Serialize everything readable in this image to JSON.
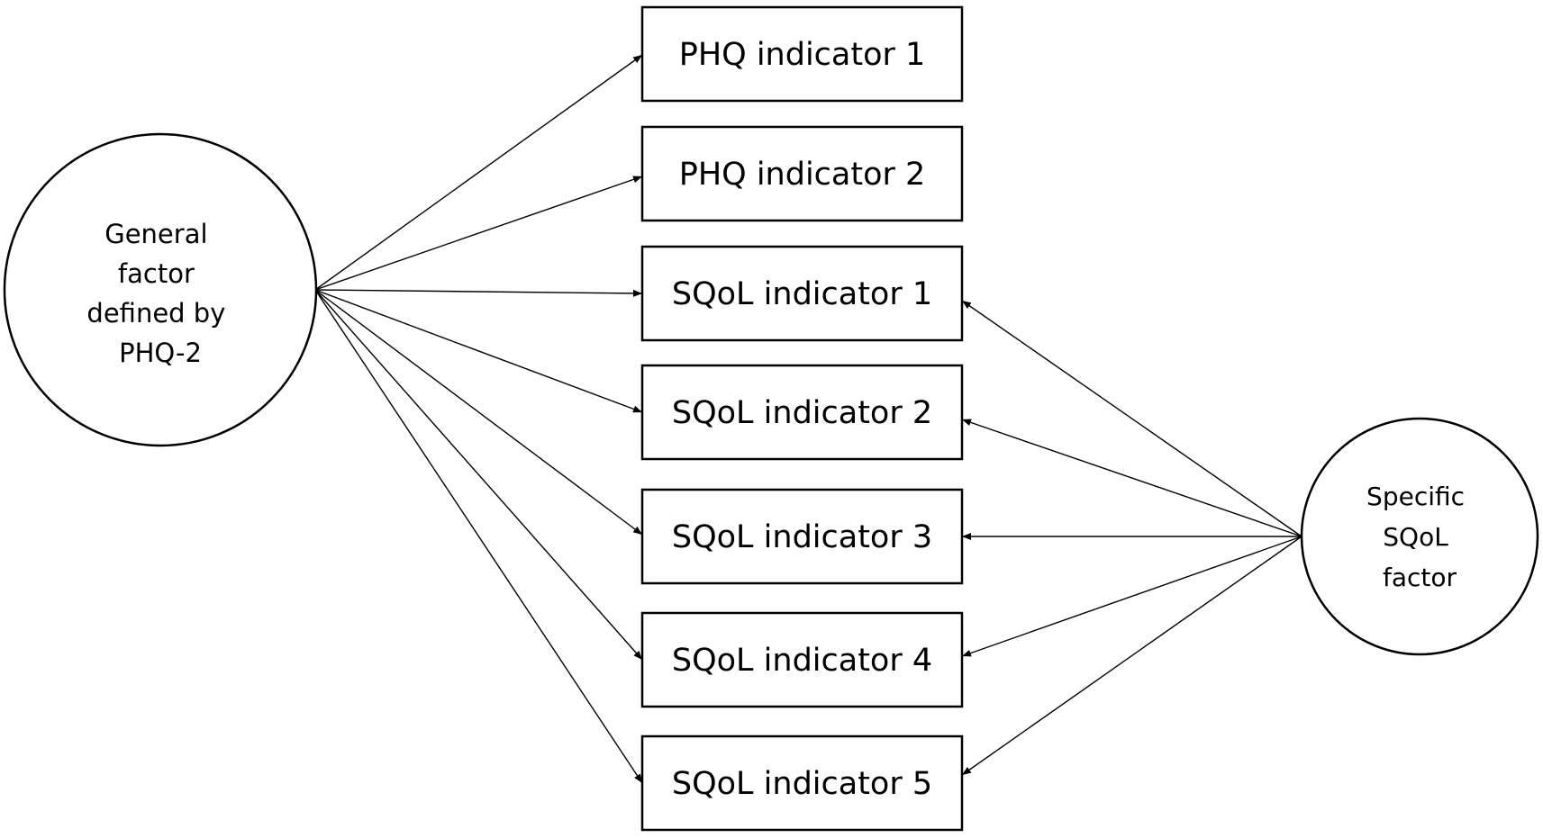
{
  "general_factor": {
    "label_lines": [
      "General",
      "factor",
      "defined by",
      "PHQ-2"
    ]
  },
  "specific_factor": {
    "label_lines": [
      "Specific",
      "SQoL",
      "factor"
    ]
  },
  "indicators": [
    {
      "label": "PHQ indicator 1",
      "loads_on": [
        "general"
      ]
    },
    {
      "label": "PHQ indicator 2",
      "loads_on": [
        "general"
      ]
    },
    {
      "label": "SQoL indicator 1",
      "loads_on": [
        "general",
        "specific"
      ]
    },
    {
      "label": "SQoL indicator 2",
      "loads_on": [
        "general",
        "specific"
      ]
    },
    {
      "label": "SQoL indicator 3",
      "loads_on": [
        "general",
        "specific"
      ]
    },
    {
      "label": "SQoL indicator 4",
      "loads_on": [
        "general",
        "specific"
      ]
    },
    {
      "label": "SQoL indicator 5",
      "loads_on": [
        "general",
        "specific"
      ]
    }
  ],
  "colors": {
    "stroke": "#000000",
    "background": "#ffffff"
  }
}
